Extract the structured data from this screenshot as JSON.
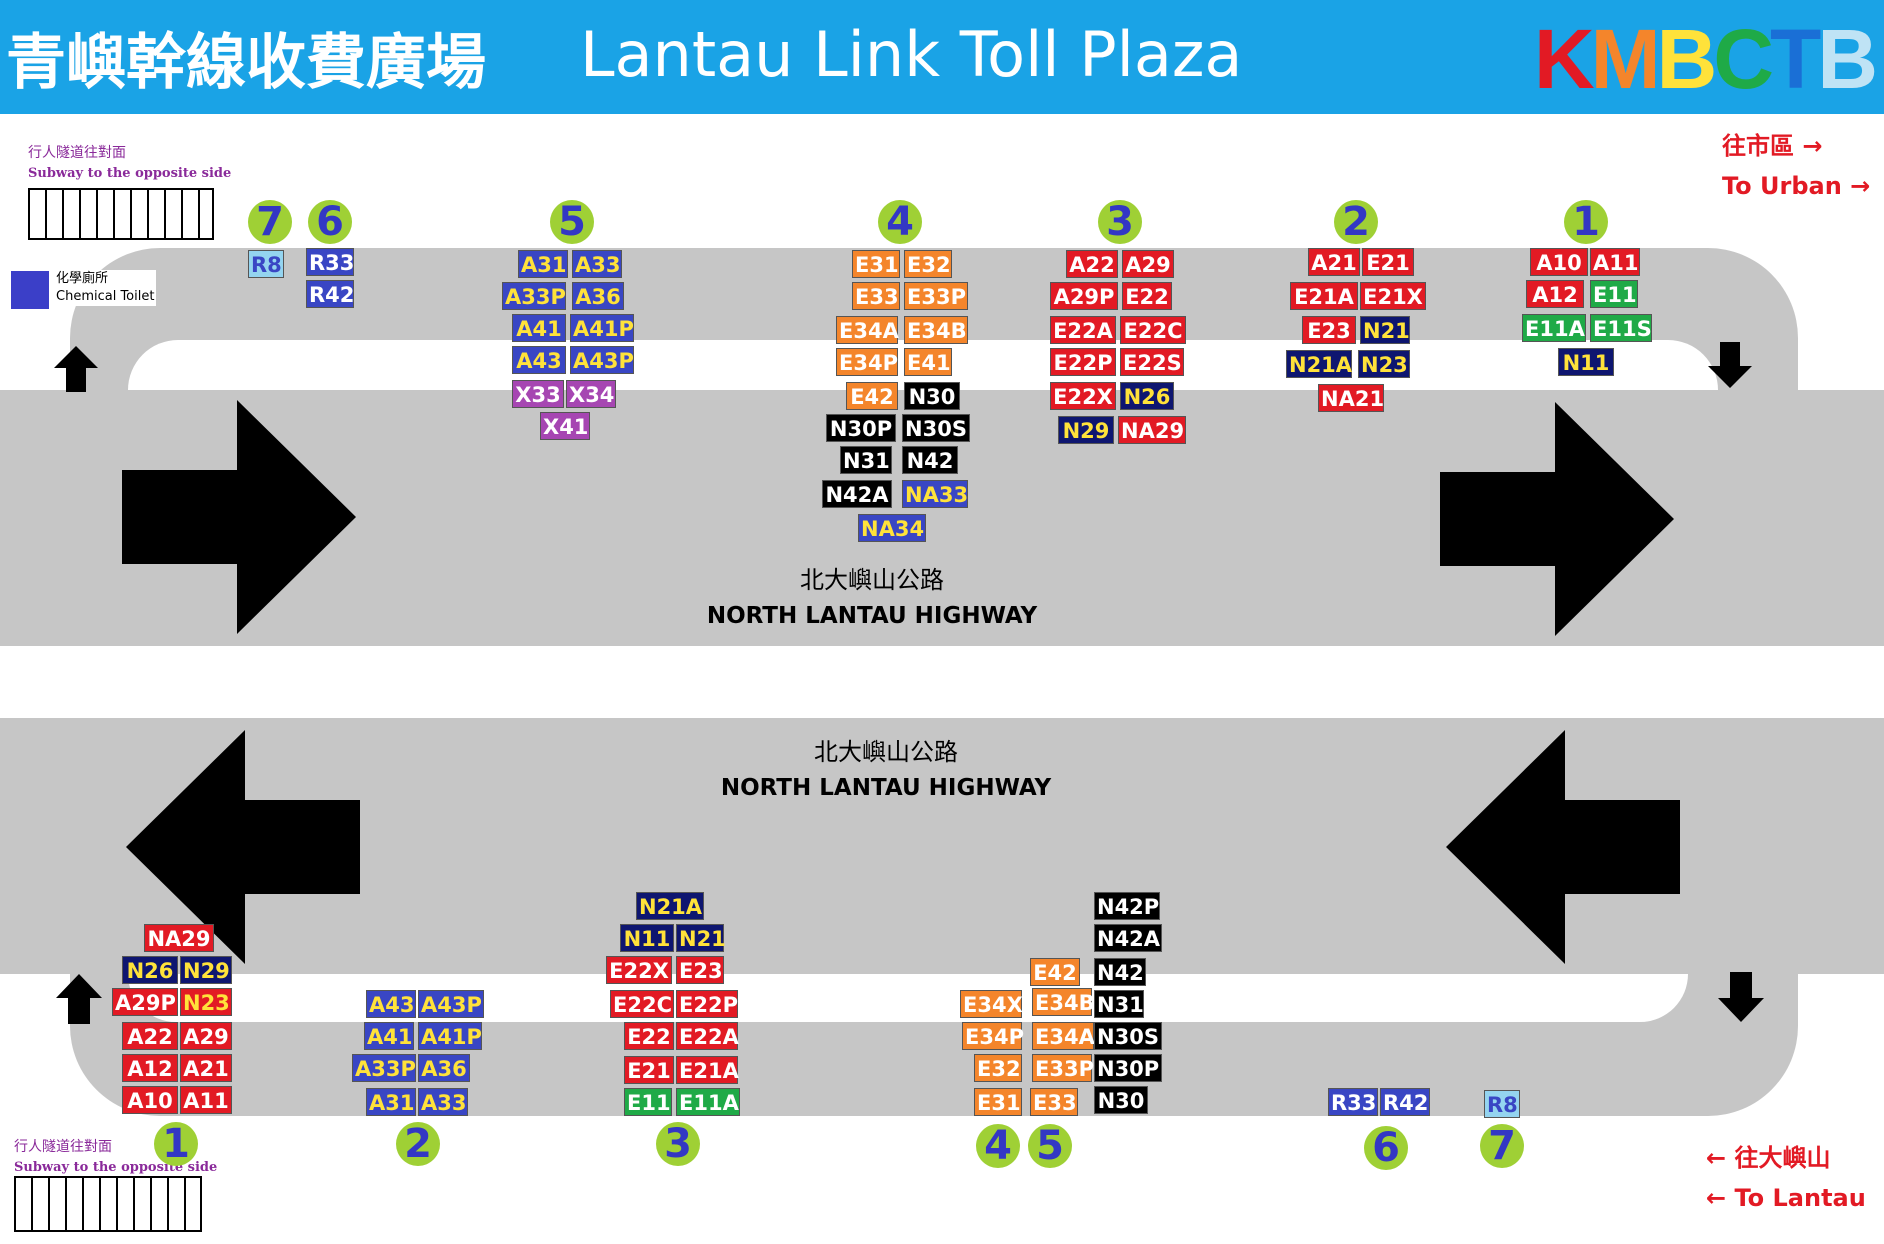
{
  "header": {
    "title_zh": "青嶼幹線收費廣場",
    "title_en": "Lantau Link Toll Plaza",
    "logo": [
      {
        "ch": "K",
        "color": "#e21a24"
      },
      {
        "ch": "M",
        "color": "#f4852b"
      },
      {
        "ch": "B",
        "color": "#ffe23a"
      },
      {
        "ch": "C",
        "color": "#1faa47"
      },
      {
        "ch": "T",
        "color": "#1a6fd6"
      },
      {
        "ch": "B",
        "color": "#bfe3f5"
      }
    ]
  },
  "labels": {
    "road_zh": "北大嶼山公路",
    "road_en": "NORTH LANTAU HIGHWAY",
    "to_urban_zh": "往市區 →",
    "to_urban_en": "To Urban →",
    "to_lantau_zh": "← 往大嶼山",
    "to_lantau_en": "← To Lantau",
    "subway_zh": "行人隧道往對面",
    "subway_en": "Subway to the opposite side",
    "toilet_zh": "化學廁所",
    "toilet_en": "Chemical Toilet"
  },
  "colors": {
    "header_bg": "#1aa3e6",
    "road": "#c6c6c6",
    "stop_circle": "#9fd035",
    "stop_number": "#3337c4",
    "direction_text": "#e21a24"
  },
  "stops": [
    {
      "label": "7"
    },
    {
      "label": "6"
    },
    {
      "label": "5"
    },
    {
      "label": "4"
    },
    {
      "label": "3"
    },
    {
      "label": "2"
    },
    {
      "label": "1"
    },
    {
      "label": "1"
    },
    {
      "label": "2"
    },
    {
      "label": "3"
    },
    {
      "label": "4"
    },
    {
      "label": "5"
    },
    {
      "label": "6"
    },
    {
      "label": "7"
    }
  ],
  "routes": {
    "top_7": [
      "R8"
    ],
    "top_6": [
      "R33",
      "R42"
    ],
    "top_5": [
      "A31",
      "A33",
      "A33P",
      "A36",
      "A41",
      "A41P",
      "A43",
      "A43P",
      "X33",
      "X34",
      "X41"
    ],
    "top_4": [
      "E31",
      "E32",
      "E33",
      "E33P",
      "E34A",
      "E34B",
      "E34P",
      "E41",
      "E42",
      "N30",
      "N30P",
      "N30S",
      "N31",
      "N42",
      "N42A",
      "NA33",
      "NA34"
    ],
    "top_3": [
      "A22",
      "A29",
      "A29P",
      "E22",
      "E22A",
      "E22C",
      "E22P",
      "E22S",
      "E22X",
      "N26",
      "N29",
      "NA29"
    ],
    "top_2": [
      "A21",
      "E21",
      "E21A",
      "E21X",
      "E23",
      "N21",
      "N21A",
      "N23",
      "NA21"
    ],
    "top_1": [
      "A10",
      "A11",
      "A12",
      "E11",
      "E11A",
      "E11S",
      "N11"
    ],
    "bot_1": [
      "NA29",
      "N26",
      "N29",
      "A29P",
      "N23",
      "A22",
      "A29",
      "A12",
      "A21",
      "A10",
      "A11"
    ],
    "bot_2": [
      "A43",
      "A43P",
      "A41",
      "A41P",
      "A33P",
      "A36",
      "A31",
      "A33"
    ],
    "bot_3": [
      "N21A",
      "N11",
      "N21",
      "E22X",
      "E23",
      "E22C",
      "E22P",
      "E22",
      "E22A",
      "E21",
      "E21A",
      "E11",
      "E11A"
    ],
    "bot_45": [
      "E42",
      "E34X",
      "E34B",
      "E34P",
      "E34A",
      "E32",
      "E33P",
      "E31",
      "E33"
    ],
    "bot_5b": [
      "N42P",
      "N42A",
      "N42",
      "N31",
      "N30S",
      "N30P",
      "N30"
    ],
    "bot_6": [
      "R33",
      "R42"
    ],
    "bot_7": [
      "R8"
    ]
  }
}
